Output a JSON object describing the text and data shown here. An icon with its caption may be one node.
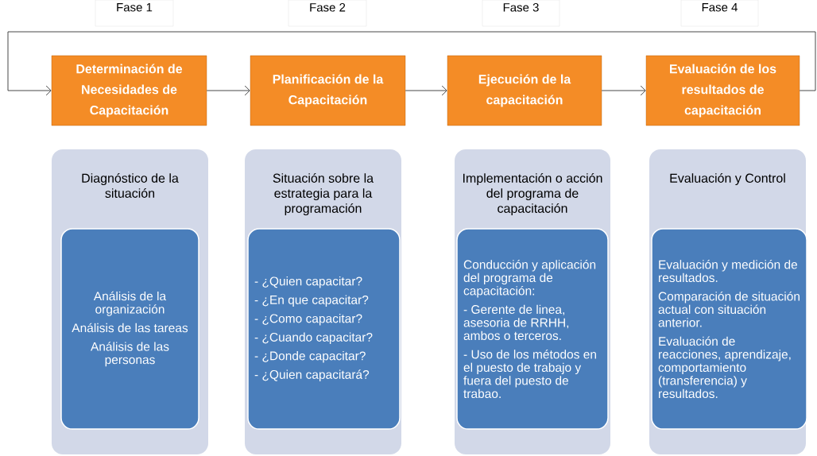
{
  "diagram": {
    "nodes": [
      {
        "text": [
          "Fase 1"
        ]
      },
      {
        "text": [
          "Fase 2"
        ]
      },
      {
        "text": [
          "Fase 3"
        ]
      },
      {
        "text": [
          "Fase 4"
        ]
      },
      {
        "text": [
          "Determinación de Necesidades de Capacitación"
        ]
      },
      {
        "text": [
          "Planificación de la Capacitación"
        ]
      },
      {
        "text": [
          "Ejecución de la capacitación"
        ]
      },
      {
        "text": [
          "Evaluación de los resultados de capacitación"
        ]
      },
      {
        "text": [
          "Diagnóstico de la situación"
        ]
      },
      {
        "text": [
          "Análisis de la organización",
          "Análisis de las tareas",
          "Análisis de las personas"
        ],
        "in": 8
      },
      {
        "text": [
          "Situación sobre la estrategia para la programación"
        ]
      },
      {
        "text": [
          "- ¿Quien capacitar?",
          "- ¿En que capacitar?",
          "- ¿Como capacitar?",
          "- ¿Cuando capacitar?",
          "- ¿Donde capacitar?",
          "- ¿Quien capacitará?"
        ],
        "in": 10
      },
      {
        "text": [
          "Implementación o acción del programa de capacitación"
        ]
      },
      {
        "text": [
          "Conducción y aplicación del programa de capacitación:",
          "- Gerente de linea, asesoria de RRHH, ambos o terceros.",
          "- Uso de los métodos en el puesto de trabajo y fuera del puesto de trabao."
        ],
        "in": 12
      },
      {
        "text": [
          "Evaluación y Control"
        ]
      },
      {
        "text": [
          "Evaluación y medición de resultados.",
          "Comparación de situación actual con situación anterior.",
          "Evaluación de reacciones, aprendizaje, comportamiento (transferencia) y resultados."
        ],
        "in": 14
      }
    ],
    "edges": [
      {
        "from": 4,
        "to": 5,
        "arrow": "to"
      },
      {
        "from": 5,
        "to": 6,
        "arrow": "to"
      },
      {
        "from": 6,
        "to": 7,
        "arrow": "to"
      },
      {
        "from": 7,
        "to": 4,
        "arrow": "to"
      }
    ]
  }
}
